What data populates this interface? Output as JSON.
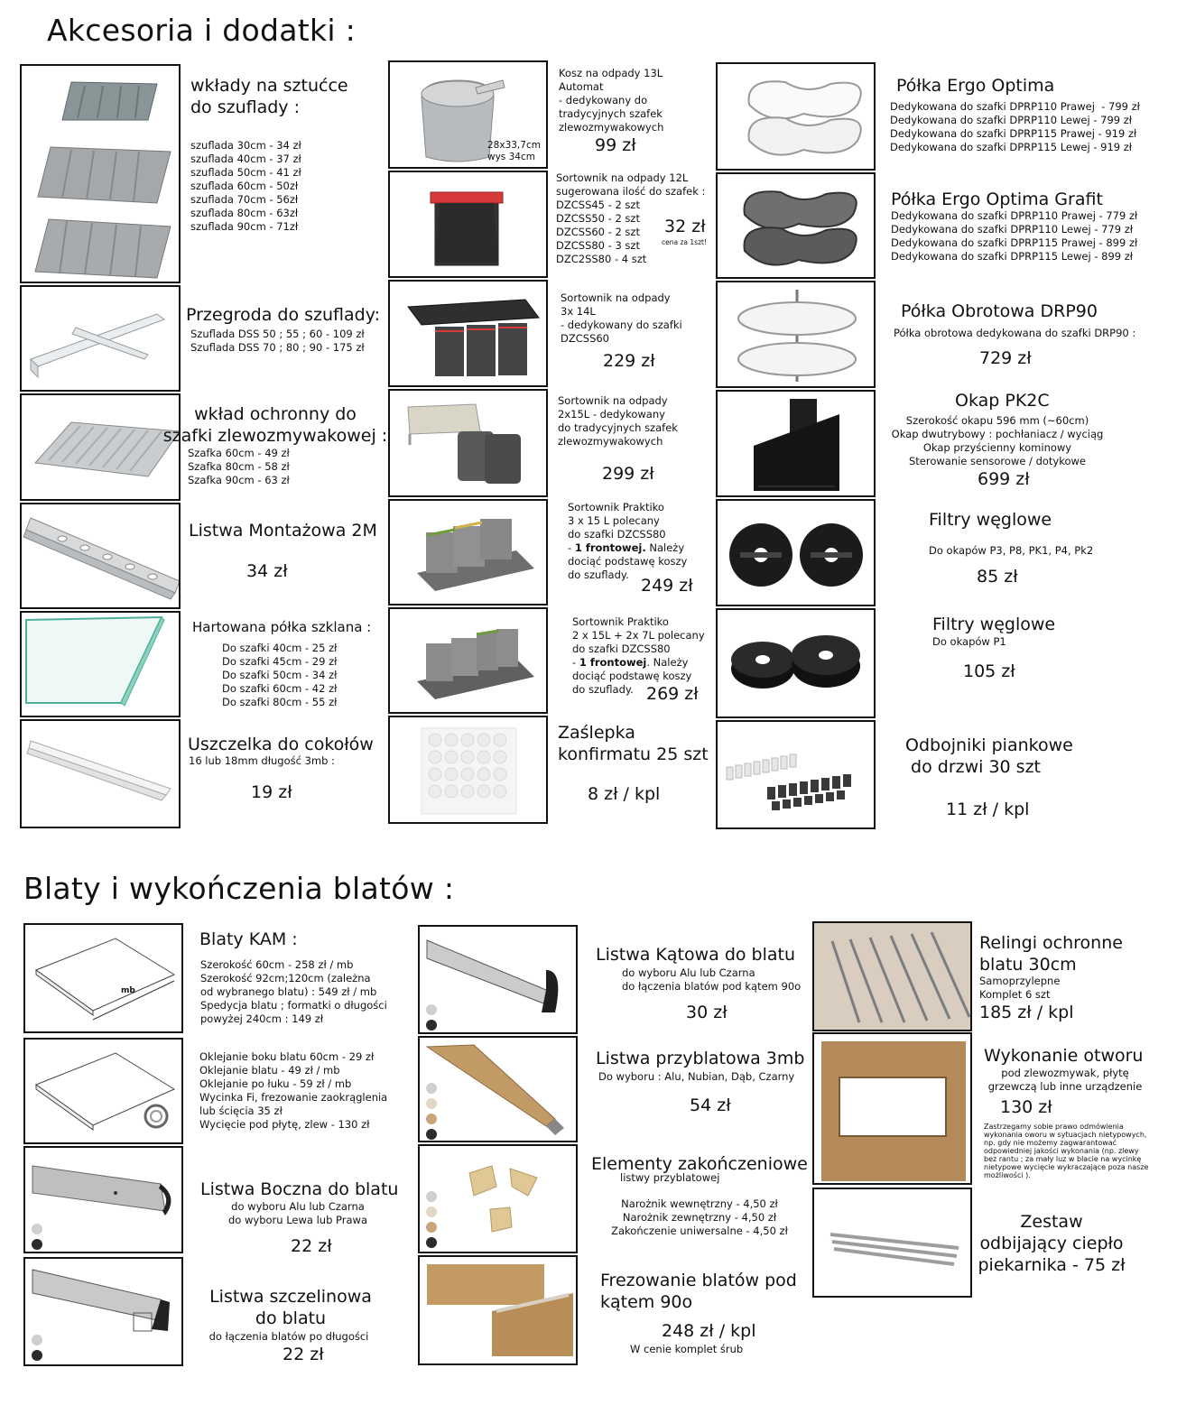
{
  "section1_title": "Akcesoria i dodatki :",
  "section2_title": "Blaty i wykończenia blatów :",
  "c1": [
    {
      "title": "wkłady na sztućce\ndo szuflady :",
      "sub": "szuflada 30cm - 34 zł\nszuflada 40cm - 37 zł\nszuflada 50cm - 41 zł\nszuflada 60cm - 50zł\nszuflada 70cm - 56zł\nszuflada 80cm - 63zł\nszuflada 90cm - 71zł"
    },
    {
      "title": "Przegroda do szuflady:",
      "sub": "Szuflada DSS 50 ; 55 ; 60 - 109 zł\nSzuflada DSS 70 ; 80 ; 90 - 175 zł"
    },
    {
      "title": "wkład ochronny do\nszafki zlewozmywakowej :",
      "sub": "Szafka 60cm - 49 zł\nSzafka 80cm - 58 zł\nSzafka 90cm - 63 zł"
    },
    {
      "title": "Listwa Montażowa 2M",
      "price": "34 zł"
    },
    {
      "title": "Hartowana półka szklana :",
      "sub": "Do szafki 40cm - 25 zł\nDo szafki 45cm - 29 zł\nDo szafki 50cm - 34 zł\nDo szafki 60cm - 42 zł\nDo szafki 80cm - 55 zł"
    },
    {
      "title": "Uszczelka do cokołów",
      "sub": "16 lub 18mm długość 3mb :",
      "price": "19 zł"
    }
  ],
  "c2": [
    {
      "dims": "28x33,7cm\nwys 34cm",
      "sub": "Kosz na odpady 13L\nAutomat\n- dedykowany do\ntradycyjnych szafek\nzlewozmywakowych",
      "price": "99 zł"
    },
    {
      "sub": "Sortownik na odpady 12L\nsugerowana ilość do szafek :\nDZCSS45 - 2 szt\nDZCSS50 - 2 szt\nDZCSS60 - 2 szt\nDZCSS80 - 3 szt\nDZC2SS80 - 4 szt",
      "price": "32 zł",
      "note": "cena za 1szt!"
    },
    {
      "sub": "Sortownik na odpady\n3x 14L\n- dedykowany do szafki\nDZCSS60",
      "price": "229 zł"
    },
    {
      "sub": "Sortownik na odpady\n2x15L - dedykowany\ndo tradycyjnych szafek\nzlewozmywakowych",
      "price": "299 zł"
    },
    {
      "sub_a": "Sortownik Praktiko\n3 x 15 L polecany\ndo szafki DZCSS80\n- ",
      "bold": "1 frontowej.",
      "sub_b": " Należy\ndociąć podstawę koszy\ndo szuflady.",
      "price": "249 zł"
    },
    {
      "sub_a": "Sortownik Praktiko\n2 x 15L + 2x 7L polecany\ndo szafki DZCSS80\n- ",
      "bold": "1 frontowej",
      "sub_b": ". Należy\ndociąć podstawę koszy\ndo szuflady.",
      "price": "269 zł"
    },
    {
      "title": "Zaślepka\nkonfirmatu 25 szt",
      "price": "8 zł / kpl"
    }
  ],
  "c3": [
    {
      "title": "Półka Ergo Optima",
      "sub": "Dedykowana do szafki DPRP110 Prawej  - 799 zł\nDedykowana do szafki DPRP110 Lewej - 799 zł\nDedykowana do szafki DPRP115 Prawej - 919 zł\nDedykowana do szafki DPRP115 Lewej - 919 zł"
    },
    {
      "title": "Półka Ergo Optima Grafit",
      "sub": "Dedykowana do szafki DPRP110 Prawej - 779 zł\nDedykowana do szafki DPRP110 Lewej - 779 zł\nDedykowana do szafki DPRP115 Prawej - 899 zł\nDedykowana do szafki DPRP115 Lewej - 899 zł"
    },
    {
      "title": "Półka Obrotowa DRP90",
      "sub": "Półka obrotowa dedykowana do szafki DRP90 :",
      "price": "729 zł"
    },
    {
      "title": "Okap PK2C",
      "sub": "Szerokość okapu 596 mm (~60cm)\nOkap dwutrybowy : pochłaniacz / wyciąg\nOkap przyścienny kominowy\nSterowanie sensorowe / dotykowe",
      "price": "699 zł"
    },
    {
      "title": "Filtry węglowe",
      "sub": "Do okapów P3, P8, PK1, P4, Pk2",
      "price": "85 zł"
    },
    {
      "title": "Filtry węglowe",
      "sub": "Do okapów P1",
      "price": "105 zł"
    },
    {
      "title": "Odbojniki piankowe\n do drzwi 30 szt",
      "price": "11 zł / kpl"
    }
  ],
  "b1": [
    {
      "title": "Blaty KAM :",
      "sub": "Szerokość 60cm - 258 zł / mb\nSzerokość 92cm;120cm (zależna\nod wybranego blatu) : 549 zł / mb\nSpedycja blatu ; formatki o długości\npowyżej 240cm : 149 zł",
      "img_label": "mb"
    },
    {
      "sub": "Oklejanie boku blatu 60cm - 29 zł\nOklejanie blatu - 49 zł / mb\nOklejanie po łuku - 59 zł / mb\nWycinka Fi, frezowanie zaokrąglenia\nlub ścięcia 35 zł\nWycięcie pod płytę, zlew - 130 zł"
    },
    {
      "title": "Listwa Boczna do blatu",
      "sub": "do wyboru Alu lub Czarna\ndo wyboru Lewa lub Prawa",
      "price": "22 zł"
    },
    {
      "title": "Listwa szczelinowa\ndo blatu",
      "sub": "do łączenia blatów po długości",
      "price": "22 zł"
    }
  ],
  "b2": [
    {
      "title": "Listwa Kątowa do blatu",
      "sub": "do wyboru Alu lub Czarna\ndo łączenia blatów pod kątem 90o",
      "price": "30 zł"
    },
    {
      "title": "Listwa przyblatowa 3mb",
      "sub": "Do wyboru : Alu, Nubian, Dąb, Czarny",
      "price": "54 zł"
    },
    {
      "title": "Elementy zakończeniowe",
      "sub0": "listwy przyblatowej",
      "sub": "Narożnik wewnętrzny - 4,50 zł\nNarożnik zewnętrzny - 4,50 zł\nZakończenie uniwersalne - 4,50 zł"
    },
    {
      "title": "Frezowanie blatów pod\nkątem 90o",
      "price": "248 zł / kpl",
      "sub": "W cenie komplet śrub"
    }
  ],
  "b3": [
    {
      "title": "Relingi ochronne\nblatu 30cm",
      "sub": "Samoprzylepne\nKomplet 6 szt",
      "price": "185 zł / kpl"
    },
    {
      "title": "Wykonanie otworu",
      "sub": "pod zlewozmywak, płytę\ngrzewczą lub inne urządzenie",
      "price": "130 zł",
      "note": "Zastrzegamy sobie prawo odmówienia\nwykonania oworu w sytuacjach nietypowych,\nnp. gdy nie możemy zagwarantować\nodpowiedniej jakości wykonania (np. zlewy\nbez rantu ; za mały luz w blacie na wycinkę\nnietypowe wycięcie wykraczające poza nasze\nmożliwości )."
    },
    {
      "title": "Zestaw\nodbijający ciepło\npiekarnika - 75 zł"
    }
  ],
  "colors": {
    "alu": "#cfcfcf",
    "black": "#2b2b2b",
    "oak": "#c9a577",
    "nubian": "#e3d6c4",
    "grey": "#8a8d91",
    "red": "#d63a3a"
  }
}
